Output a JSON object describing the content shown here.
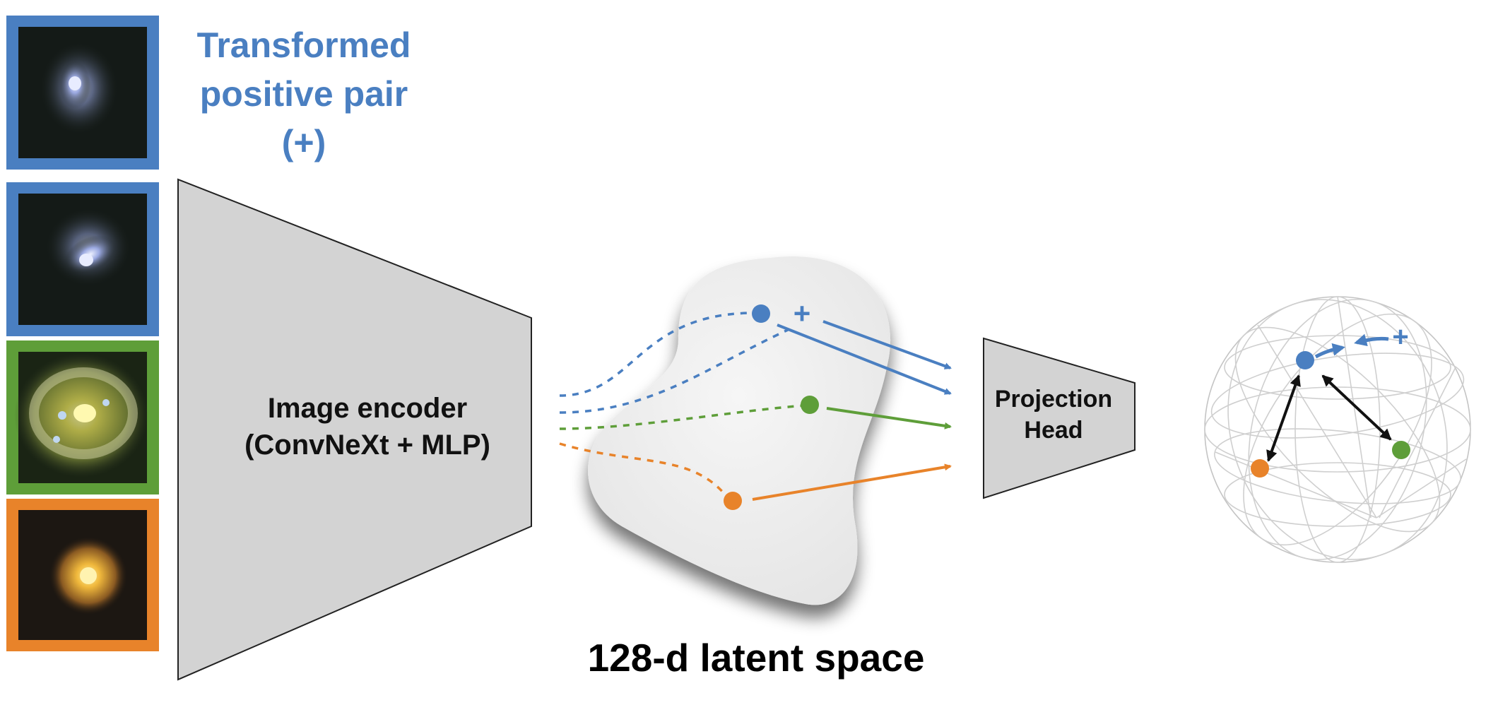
{
  "pair_title": {
    "line1": "Transformed",
    "line2": "positive pair",
    "line3": "(+)"
  },
  "encoder": {
    "line1": "Image encoder",
    "line2": "(ConvNeXt + MLP)"
  },
  "projection_head": {
    "line1": "Projection",
    "line2": "Head"
  },
  "latent_caption": "128-d latent space",
  "plus_symbol": "+",
  "thumbnails": [
    {
      "name": "transformed-view-1",
      "frame_color": "#4a7fc1",
      "object_tint": "#b8c4e8"
    },
    {
      "name": "transformed-view-2",
      "frame_color": "#4a7fc1",
      "object_tint": "#b8c4e8"
    },
    {
      "name": "spiral-galaxy",
      "frame_color": "#5e9e39",
      "object_tint": "#e6e070"
    },
    {
      "name": "compact-galaxy",
      "frame_color": "#e8832a",
      "object_tint": "#f2c34a"
    }
  ],
  "colors": {
    "blue": "#4a7fc1",
    "green": "#5e9e39",
    "orange": "#e8832a",
    "shape_fill": "#d3d3d3",
    "shape_stroke": "#222222"
  }
}
